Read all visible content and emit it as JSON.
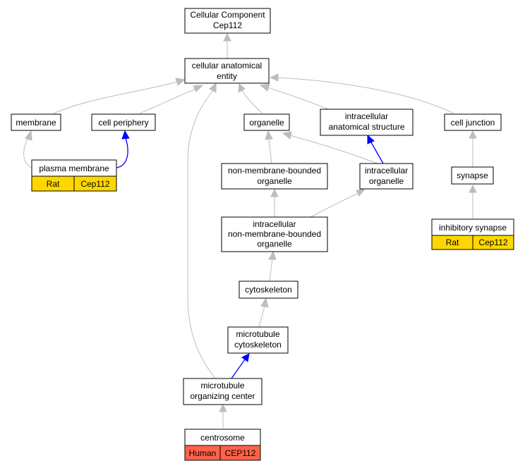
{
  "colors": {
    "rat_tag": "#ffd700",
    "human_tag": "#ff6347",
    "edge_gray": "#bdbdbd",
    "edge_blue": "#0000ff"
  },
  "nodes": {
    "root": {
      "lines": [
        "Cellular Component",
        "Cep112"
      ]
    },
    "cellular_anatomical_entity": {
      "lines": [
        "cellular anatomical",
        "entity"
      ]
    },
    "membrane": {
      "lines": [
        "membrane"
      ]
    },
    "cell_periphery": {
      "lines": [
        "cell periphery"
      ]
    },
    "organelle": {
      "lines": [
        "organelle"
      ]
    },
    "intracellular_anatomical_structure": {
      "lines": [
        "intracellular",
        "anatomical structure"
      ]
    },
    "cell_junction": {
      "lines": [
        "cell junction"
      ]
    },
    "plasma_membrane": {
      "lines": [
        "plasma membrane"
      ],
      "tags": [
        "Rat",
        "Cep112"
      ]
    },
    "non_membrane_bounded_organelle": {
      "lines": [
        "non-membrane-bounded",
        "organelle"
      ]
    },
    "intracellular_organelle": {
      "lines": [
        "intracellular",
        "organelle"
      ]
    },
    "synapse": {
      "lines": [
        "synapse"
      ]
    },
    "inhibitory_synapse": {
      "lines": [
        "inhibitory synapse"
      ],
      "tags": [
        "Rat",
        "Cep112"
      ]
    },
    "intracellular_nmb_organelle": {
      "lines": [
        "intracellular",
        "non-membrane-bounded",
        "organelle"
      ]
    },
    "cytoskeleton": {
      "lines": [
        "cytoskeleton"
      ]
    },
    "microtubule_cytoskeleton": {
      "lines": [
        "microtubule",
        "cytoskeleton"
      ]
    },
    "microtubule_organizing_center": {
      "lines": [
        "microtubule",
        "organizing center"
      ]
    },
    "centrosome": {
      "lines": [
        "centrosome"
      ],
      "tags": [
        "Human",
        "CEP112"
      ]
    }
  }
}
